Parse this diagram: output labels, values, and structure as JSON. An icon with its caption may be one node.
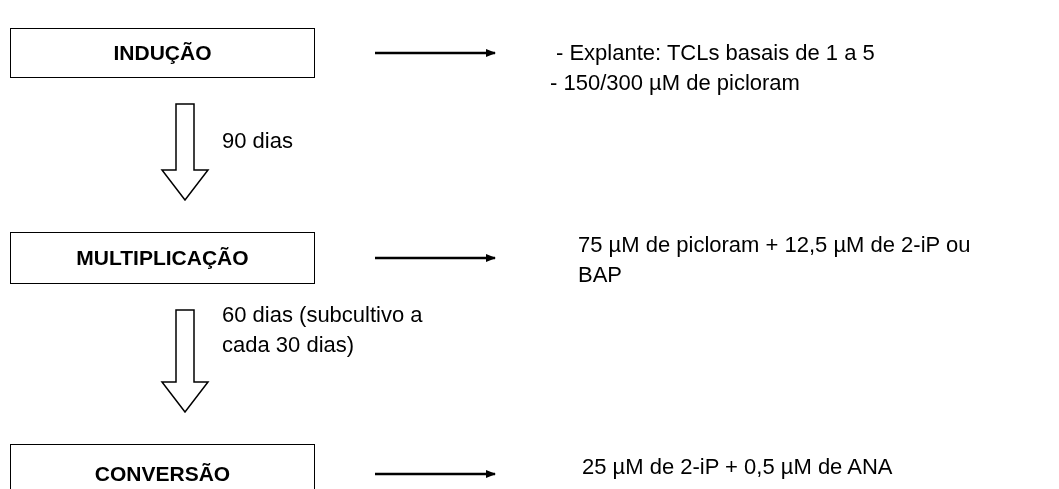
{
  "diagram": {
    "nodes": [
      {
        "text": [
          "INDUÇÃO"
        ]
      },
      {
        "text": [
          "- Explante: TCLs basais de 1 a 5",
          "- 150/300 µM de picloram"
        ]
      },
      {
        "text": [
          "MULTIPLICAÇÃO"
        ]
      },
      {
        "text": [
          "75 µM de picloram + 12,5 µM de 2-iP ou BAP"
        ]
      },
      {
        "text": [
          "CONVERSÃO"
        ]
      },
      {
        "text": [
          "25 µM de 2-iP + 0,5 µM de ANA"
        ]
      }
    ],
    "edges": [
      {
        "from": 0,
        "to": 1,
        "arrow": "to"
      },
      {
        "from": 0,
        "to": 2,
        "arrow": "to",
        "label": "90 dias",
        "style": "thick"
      },
      {
        "from": 2,
        "to": 3,
        "arrow": "to"
      },
      {
        "from": 2,
        "to": 4,
        "arrow": "to",
        "label": "60 dias (subcultivo a cada 30 dias)",
        "style": "thick"
      },
      {
        "from": 4,
        "to": 5,
        "arrow": "to"
      }
    ]
  }
}
